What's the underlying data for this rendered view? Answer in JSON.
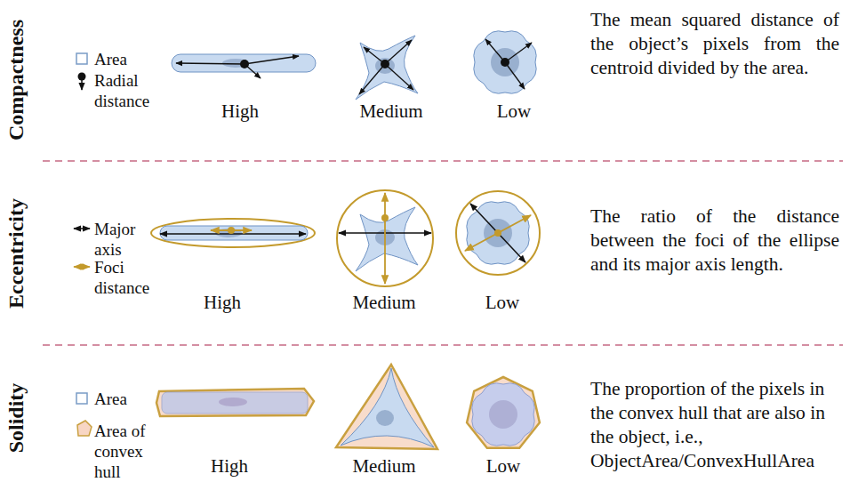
{
  "diagram": {
    "labels": [
      "Compactness",
      "High",
      "Medium",
      "Low",
      "The mean squared distance of the object’s pixels from the centroid divided by the area.",
      "Eccentricity",
      "High",
      "Medium",
      "Low",
      "The ratio of the distance between the foci of the ellipse and its major axis length.",
      "Solidity",
      "High",
      "Medium",
      "Low",
      "The proportion of the pixels in the convex hull that are also in the object, i.e., ObjectArea/ConvexHullArea"
    ],
    "legend": [
      {
        "text": "Area"
      },
      {
        "text": "Radial distance"
      },
      {
        "text": "Major axis"
      },
      {
        "text": "Foci distance"
      },
      {
        "text": "Area"
      },
      {
        "text": "Area of convex hull"
      }
    ]
  }
}
